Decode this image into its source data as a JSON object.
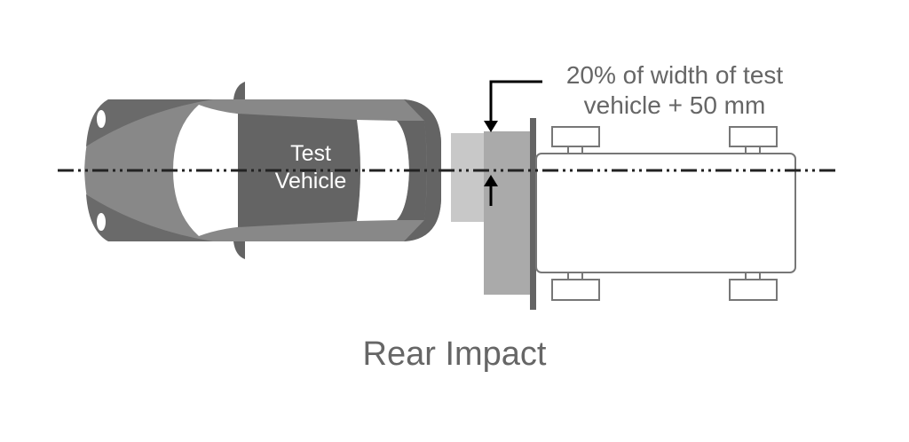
{
  "vehicle_label_line1": "Test",
  "vehicle_label_line2": "Vehicle",
  "annotation_line1": "20% of width of test",
  "annotation_line2": "vehicle + 50 mm",
  "caption": "Rear Impact",
  "colors": {
    "text": "#666666",
    "car_dark": "#646464",
    "car_mid": "#888888",
    "barrier": "#aaaaaa",
    "barrier_light": "#c8c8c8",
    "arrow": "#000000"
  }
}
